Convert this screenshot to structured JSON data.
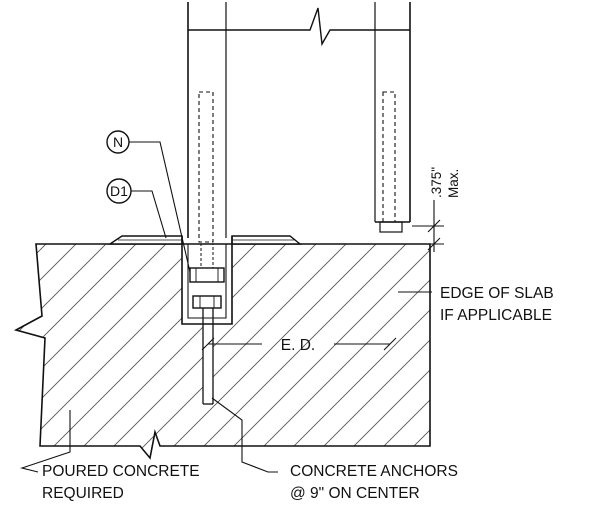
{
  "callouts": {
    "n_tag": "N",
    "d1_tag": "D1"
  },
  "dimensions": {
    "gap_value": ".375\"",
    "gap_max": "Max.",
    "edge_distance": "E. D."
  },
  "notes": {
    "edge_of_slab_line1": "EDGE OF SLAB",
    "edge_of_slab_line2": "IF APPLICABLE",
    "poured_concrete_line1": "POURED CONCRETE",
    "poured_concrete_line2": "REQUIRED",
    "anchors_line1": "CONCRETE ANCHORS",
    "anchors_line2": "@ 9\" ON CENTER"
  },
  "colors": {
    "ink": "#111111",
    "paper": "#ffffff"
  }
}
